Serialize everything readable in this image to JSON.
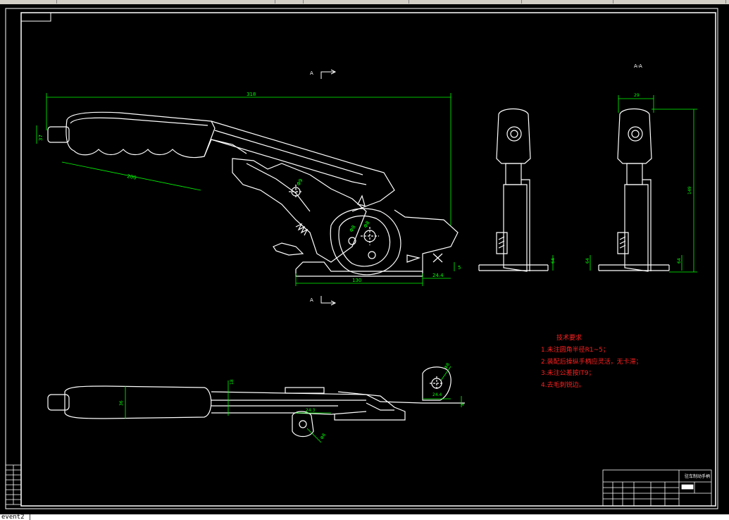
{
  "drawing": {
    "dimensions": {
      "overall_length": "318",
      "grip_length": "200",
      "grip_dia_side": "37",
      "hole_1": "Φ9",
      "hole_2": "Φ8",
      "hole_3": "Φ8",
      "base_width_side": "130",
      "base_small": "24.4",
      "base_small_height": "5",
      "end_width": "29",
      "end_height": "149",
      "end_base_left": "64",
      "end_base_right": "64",
      "top_grip_dia": "36",
      "top_bar": "18",
      "top_bracket_w": "24.3",
      "top_pin": "24.4",
      "top_side": "4",
      "top_hole_a": "Φ8",
      "top_hole_b": "Φ8"
    },
    "section_marks": {
      "upper": "A",
      "lower": "A",
      "right": "A-A"
    },
    "technical_requirements": {
      "title": "技术要求",
      "items": [
        "1.未注圆角半径R1~5；",
        "2.装配后操纵手柄应灵活，无卡滞；",
        "3.未注公差按IT9；",
        "4.去毛刺锐边。"
      ]
    },
    "title_block": {
      "drawing_name": "驻车制动手柄"
    }
  },
  "status": {
    "command_line": "event2 |"
  },
  "colors": {
    "outline": "#ffffff",
    "dimension": "#00ff00",
    "requirements_text": "#ff2020"
  }
}
